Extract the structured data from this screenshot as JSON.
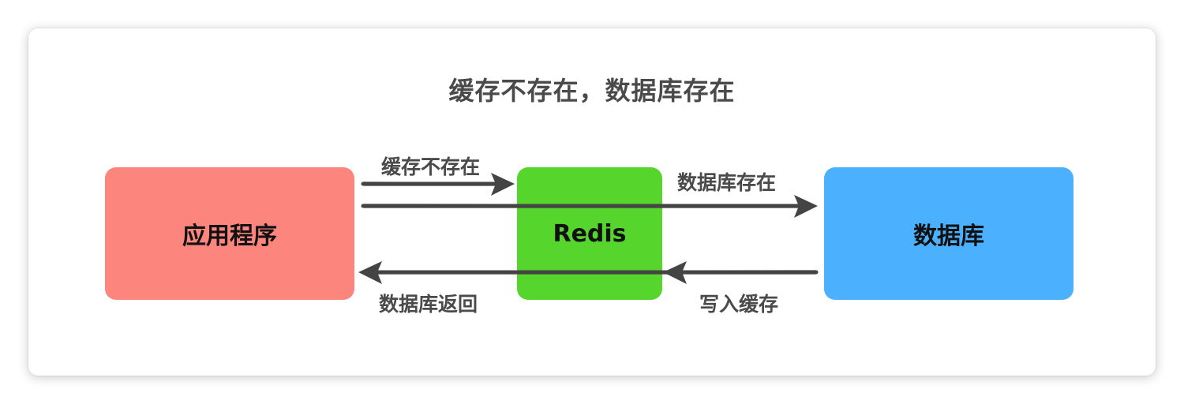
{
  "diagram": {
    "title": "缓存不存在，数据库存在",
    "nodes": {
      "app": {
        "label": "应用程序",
        "color": "#FC857E"
      },
      "redis": {
        "label": "Redis",
        "color": "#56D62C"
      },
      "db": {
        "label": "数据库",
        "color": "#4BB1FE"
      }
    },
    "edges": {
      "cache_miss": {
        "label": "缓存不存在"
      },
      "db_exists": {
        "label": "数据库存在"
      },
      "write_cache": {
        "label": "写入缓存"
      },
      "db_return": {
        "label": "数据库返回"
      }
    },
    "arrow_color": "#444444"
  }
}
